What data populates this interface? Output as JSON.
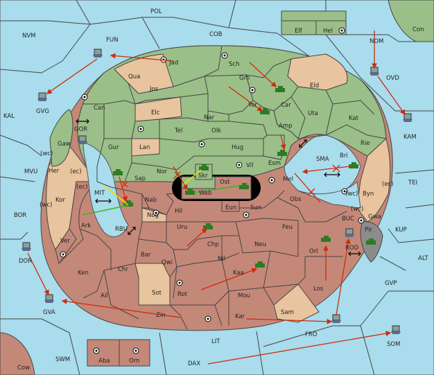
{
  "colors": {
    "sea": "#a9dcec",
    "green_land": "#9bbf88",
    "tan_land": "#e8c49f",
    "red_land": "#c48878",
    "grey_land": "#8c8c8c",
    "order_arrow": "#d02a0a",
    "support_yellow": "#e8e400",
    "support_green": "#39b822"
  },
  "sea_labels": {
    "pol": "POL",
    "cob": "COB",
    "nvm": "NVM",
    "fun": "FUN",
    "nom": "NOM",
    "con": "Con",
    "ovd": "OVD",
    "kal": "KAL",
    "kam": "KAM",
    "gvg": "GVG",
    "gor": "GOR",
    "mvu": "MVU",
    "mit": "MIT",
    "bor": "BOR",
    "rbu": "RBU",
    "sma": "SMA",
    "tei": "TEI",
    "buc": "BUC",
    "kup": "KUP",
    "rod": "ROD",
    "alt": "ALT",
    "dor": "DOR",
    "gva": "GVA",
    "gvp": "GVP",
    "fro": "FRO",
    "lit": "LIT",
    "swm": "SWM",
    "som": "SOM",
    "dax": "DAX",
    "cow": "Cow"
  },
  "land_labels": {
    "elf": "Elf",
    "hel": "Hel",
    "jad": "Jad",
    "sch": "Sch",
    "qua": "Qua",
    "jos": "Jos",
    "grh": "Grh",
    "eld": "Eld",
    "can": "Can",
    "yor": "Yor",
    "car": "Car",
    "uta": "Uta",
    "elc": "Elc",
    "nar": "Nar",
    "kat": "Kat",
    "gaw": "Gaw",
    "tel": "Tel",
    "olk": "Olk",
    "amp": "Amp",
    "gur": "Gur",
    "lan": "Lan",
    "hug": "Hug",
    "rie": "Rie",
    "esm": "Esm",
    "bri": "Bri",
    "vil": "Vil",
    "skr": "Skr",
    "her": "Her",
    "nor": "Nor",
    "sap": "Sap",
    "web": "Web",
    "ost": "Ost",
    "mel": "Mel",
    "byn": "Byn",
    "kor": "Kor",
    "nab": "Nab",
    "hil": "Hil",
    "eun": "Eun",
    "sun": "Sun",
    "obs": "Obs",
    "gwa": "Gwa",
    "pir": "Pir",
    "ark": "Ark",
    "nog": "Nog",
    "uru": "Uru",
    "feu": "Feu",
    "chp": "Chp",
    "neu": "Neu",
    "orl": "Orl",
    "ver": "Ver",
    "bar": "Bar",
    "qwi": "Qwi",
    "nil": "Nil",
    "ken": "Ken",
    "chr": "Chr",
    "kaa": "Kaa",
    "sot": "Sot",
    "rot": "Rot",
    "mou": "Mou",
    "los": "Los",
    "ail": "Ail",
    "zin": "Zin",
    "sam": "Sam",
    "kar": "Kar",
    "aba": "Aba",
    "orn": "Orn"
  },
  "coast_tags": {
    "wc1": "(wc)",
    "ec1": "(ec)",
    "ec2": "(ec)",
    "wc2": "(wc)",
    "wc3": "(wc)",
    "ec3": "(ec)",
    "wc4": "(wc)"
  }
}
